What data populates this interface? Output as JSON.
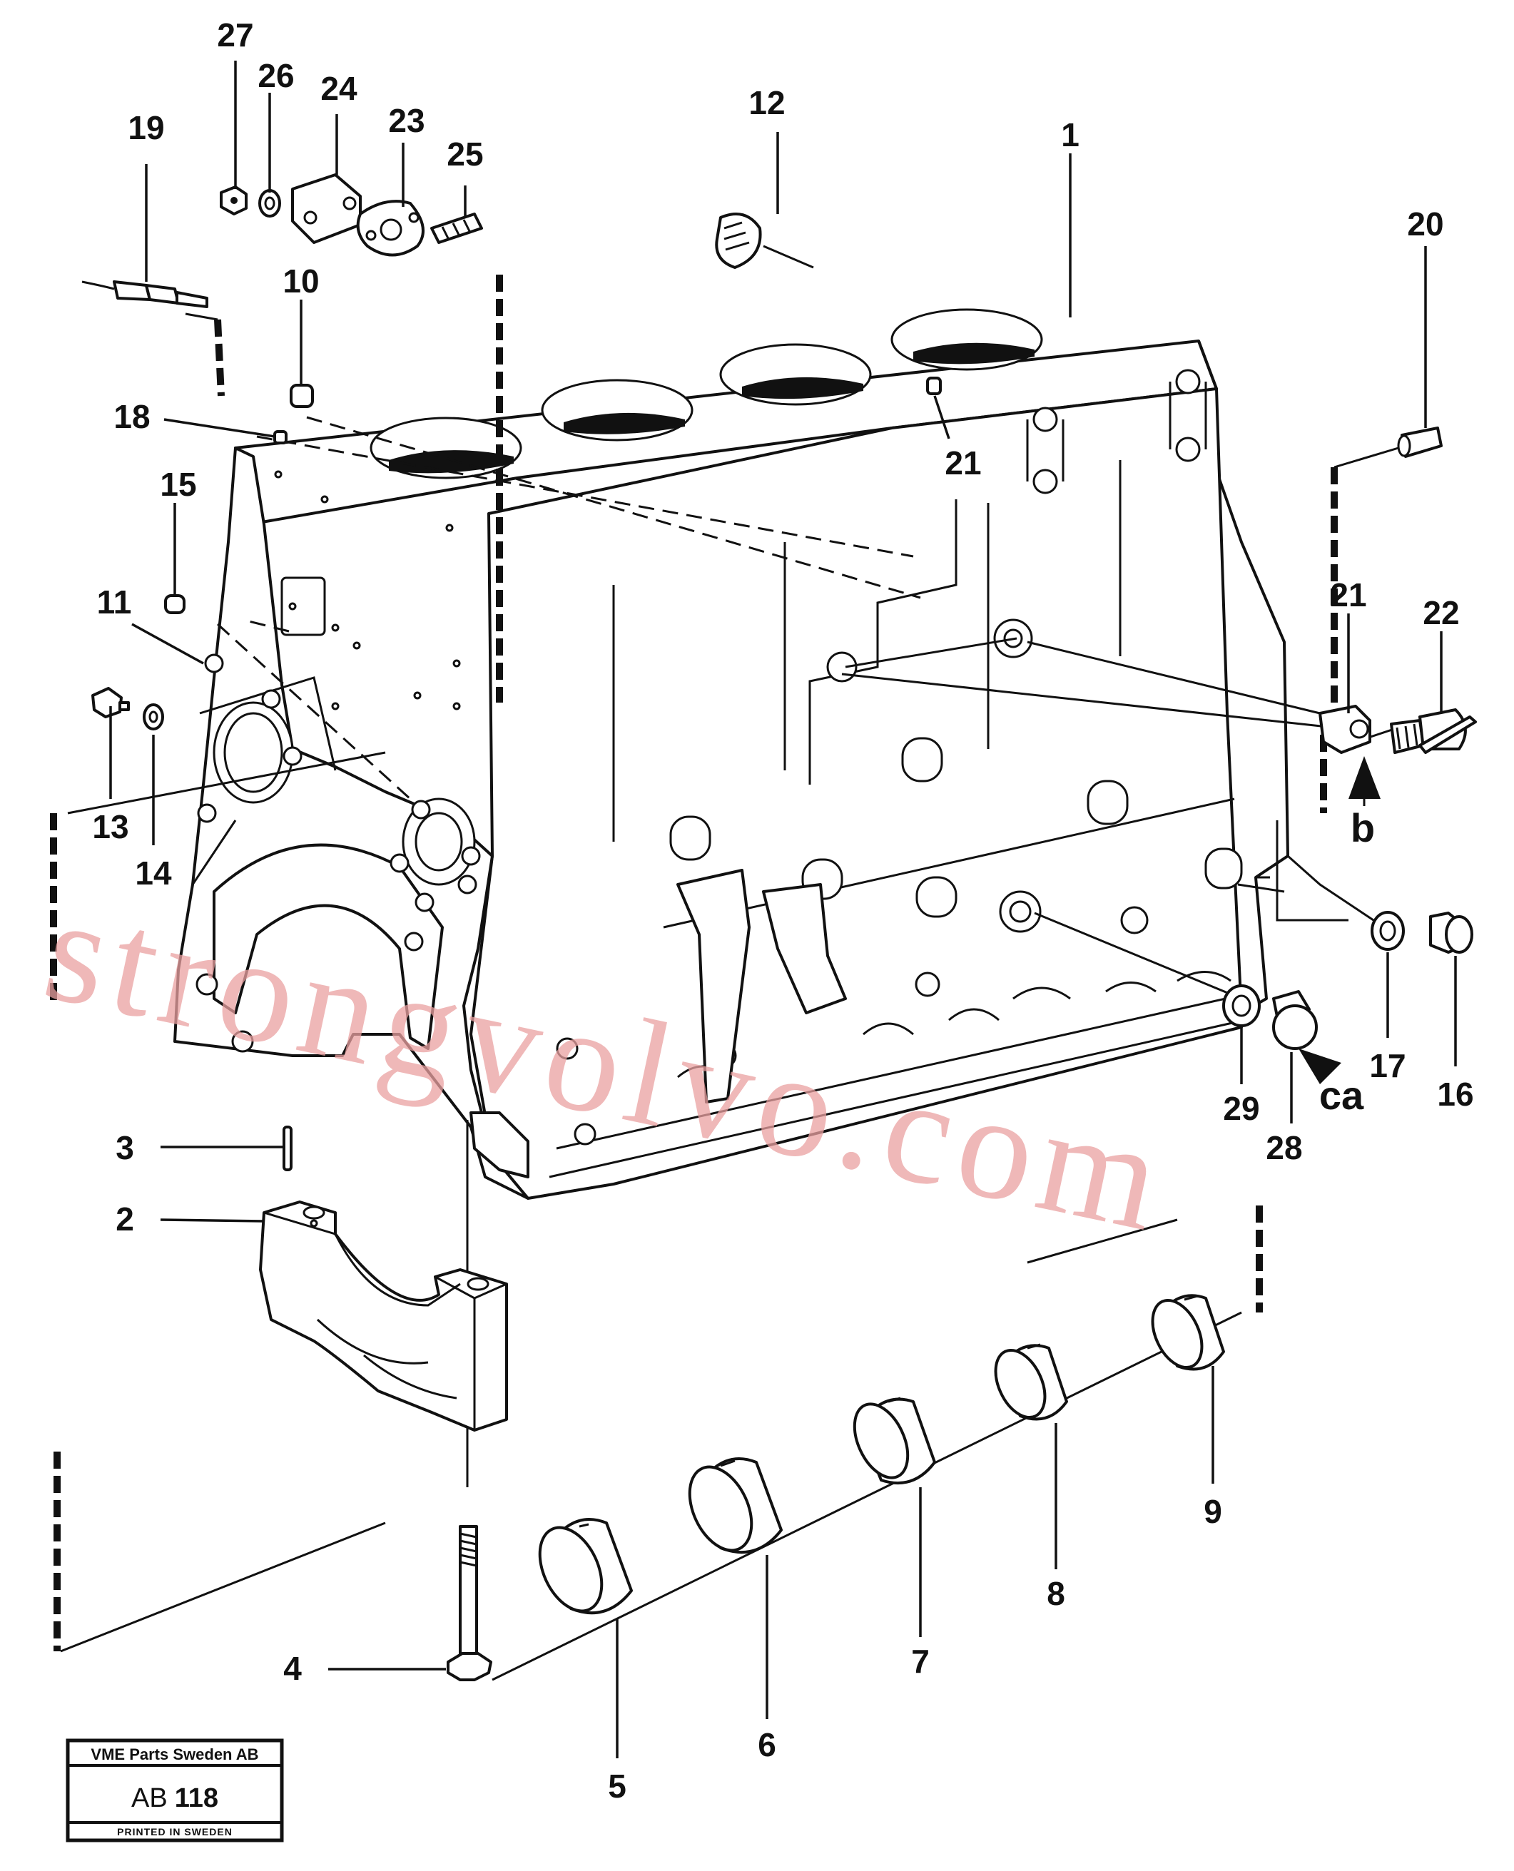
{
  "callouts": [
    {
      "id": "c1",
      "label": "1"
    },
    {
      "id": "c2",
      "label": "2"
    },
    {
      "id": "c3",
      "label": "3"
    },
    {
      "id": "c4",
      "label": "4"
    },
    {
      "id": "c5",
      "label": "5"
    },
    {
      "id": "c6",
      "label": "6"
    },
    {
      "id": "c7",
      "label": "7"
    },
    {
      "id": "c8",
      "label": "8"
    },
    {
      "id": "c9",
      "label": "9"
    },
    {
      "id": "c10",
      "label": "10"
    },
    {
      "id": "c11",
      "label": "11"
    },
    {
      "id": "c12",
      "label": "12"
    },
    {
      "id": "c13",
      "label": "13"
    },
    {
      "id": "c14",
      "label": "14"
    },
    {
      "id": "c15",
      "label": "15"
    },
    {
      "id": "c16",
      "label": "16"
    },
    {
      "id": "c17",
      "label": "17"
    },
    {
      "id": "c18",
      "label": "18"
    },
    {
      "id": "c19",
      "label": "19"
    },
    {
      "id": "c20",
      "label": "20"
    },
    {
      "id": "c21a",
      "label": "21"
    },
    {
      "id": "c21b",
      "label": "21"
    },
    {
      "id": "c22",
      "label": "22"
    },
    {
      "id": "c23",
      "label": "23"
    },
    {
      "id": "c24",
      "label": "24"
    },
    {
      "id": "c25",
      "label": "25"
    },
    {
      "id": "c26",
      "label": "26"
    },
    {
      "id": "c27",
      "label": "27"
    },
    {
      "id": "c28",
      "label": "28"
    },
    {
      "id": "c29",
      "label": "29"
    },
    {
      "id": "cb",
      "label": "b"
    },
    {
      "id": "cca",
      "label": "ca"
    }
  ],
  "watermark": "strongvolvo.com",
  "stamp": {
    "company": "VME Parts Sweden AB",
    "code_prefix": "AB",
    "code_number": "118",
    "footer": "PRINTED IN SWEDEN"
  }
}
